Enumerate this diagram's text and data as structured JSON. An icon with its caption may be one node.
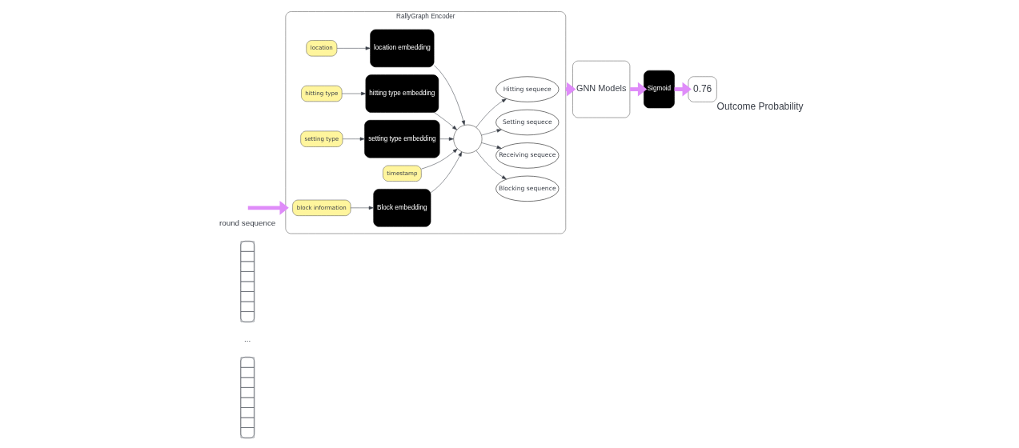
{
  "diagram": {
    "nodes": [
      {
        "text": [],
        "shape": "box"
      },
      {
        "text": [],
        "shape": "box"
      },
      {
        "text": [
          "RallyGraph Encoder"
        ]
      },
      {
        "text": [
          "location"
        ],
        "in": 2
      },
      {
        "text": [
          "location embedding"
        ],
        "in": 2
      },
      {
        "text": [
          "hitting type"
        ],
        "in": 2
      },
      {
        "text": [
          "hitting type embedding"
        ],
        "in": 2
      },
      {
        "text": [
          "setting type"
        ],
        "in": 2
      },
      {
        "text": [
          "setting type embedding"
        ],
        "in": 2
      },
      {
        "text": [
          "timestamp"
        ],
        "in": 2
      },
      {
        "text": [
          "block information"
        ],
        "in": 2
      },
      {
        "text": [
          "Block embedding"
        ],
        "in": 2
      },
      {
        "text": [],
        "shape": "circle",
        "in": 2
      },
      {
        "text": [
          "Blocking sequence"
        ],
        "in": 2
      },
      {
        "text": [
          "Receiving sequece"
        ],
        "in": 2
      },
      {
        "text": [
          "Setting sequece"
        ],
        "in": 2
      },
      {
        "text": [
          "Hitting sequece"
        ],
        "in": 2
      },
      {
        "text": [
          "GNN Models"
        ]
      },
      {
        "text": [
          "Sigmoid"
        ]
      },
      {
        "text": [
          "0.76"
        ],
        "beside": [
          "Outcome Probability"
        ]
      }
    ],
    "edges": [
      {
        "from": 3,
        "to": 4,
        "arrow": "to"
      },
      {
        "from": 5,
        "to": 6,
        "arrow": "to"
      },
      {
        "from": 7,
        "to": 8,
        "arrow": "to"
      },
      {
        "from": 10,
        "to": 11,
        "arrow": "to"
      },
      {
        "from": 4,
        "to": 12,
        "arrow": "to"
      },
      {
        "from": 6,
        "to": 12,
        "arrow": "to"
      },
      {
        "from": 8,
        "to": 12,
        "arrow": "to"
      },
      {
        "from": 9,
        "to": 12,
        "arrow": "to"
      },
      {
        "from": 11,
        "to": 12,
        "arrow": "to"
      },
      {
        "from": 12,
        "to": 13,
        "arrow": "to"
      },
      {
        "from": 12,
        "to": 14,
        "arrow": "to"
      },
      {
        "from": 12,
        "to": 15,
        "arrow": "to"
      },
      {
        "from": 12,
        "to": 16,
        "arrow": "to"
      },
      {
        "from": null,
        "to": 2,
        "arrow": "to",
        "style": "thick",
        "color": "#df8cf9"
      },
      {
        "from": 2,
        "to": 17,
        "arrow": "to",
        "style": "thick",
        "color": "#df8cf9"
      },
      {
        "from": 17,
        "to": 18,
        "arrow": "to",
        "style": "thick",
        "color": "#df8cf9"
      },
      {
        "from": 18,
        "to": 19,
        "arrow": "to",
        "style": "thick",
        "color": "#df8cf9"
      }
    ],
    "labels": [
      "round sequence",
      "..."
    ]
  }
}
